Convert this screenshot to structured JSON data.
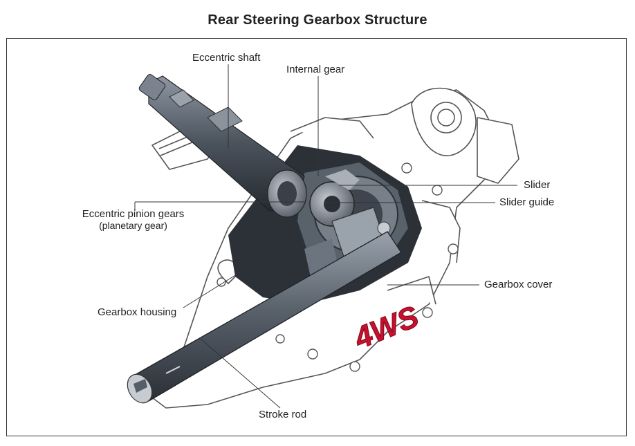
{
  "title": "Rear Steering Gearbox Structure",
  "labels": {
    "eccentric_shaft": "Eccentric shaft",
    "internal_gear": "Internal gear",
    "slider": "Slider",
    "slider_guide": "Slider guide",
    "eccentric_pinion_gears": "Eccentric pinion gears",
    "planetary_gear": "(planetary gear)",
    "gearbox_cover": "Gearbox cover",
    "gearbox_housing": "Gearbox housing",
    "stroke_rod": "Stroke rod"
  },
  "badge": {
    "text": "4WS",
    "color": "#c8102e"
  },
  "colors": {
    "metal_dark": "#3a4049",
    "metal_mid": "#6b7480",
    "metal_light": "#b9c0c8",
    "outline": "#555555"
  }
}
